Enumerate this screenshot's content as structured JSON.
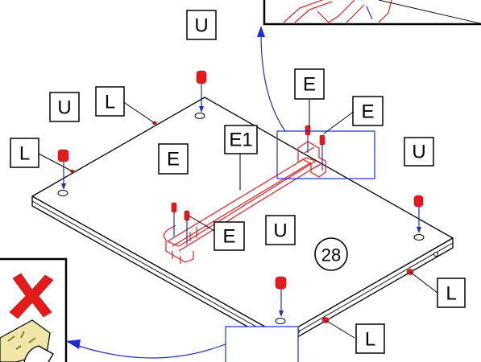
{
  "step": {
    "number": "28"
  },
  "labels": {
    "u1": "U",
    "u2": "U",
    "u3": "U",
    "u4": "U",
    "l1": "L",
    "l2": "L",
    "l3": "L",
    "l4": "L",
    "e1": "E",
    "e2": "E",
    "e3": "E",
    "e4": "E",
    "e1_part": "E1"
  },
  "colors": {
    "outline": "#000000",
    "part_highlight": "#e41b1b",
    "callout_frame": "#1a2ec8",
    "reject_mark": "#e41b1b"
  },
  "icons": {
    "reject": "red-x-icon",
    "hand": "hand-icon"
  }
}
